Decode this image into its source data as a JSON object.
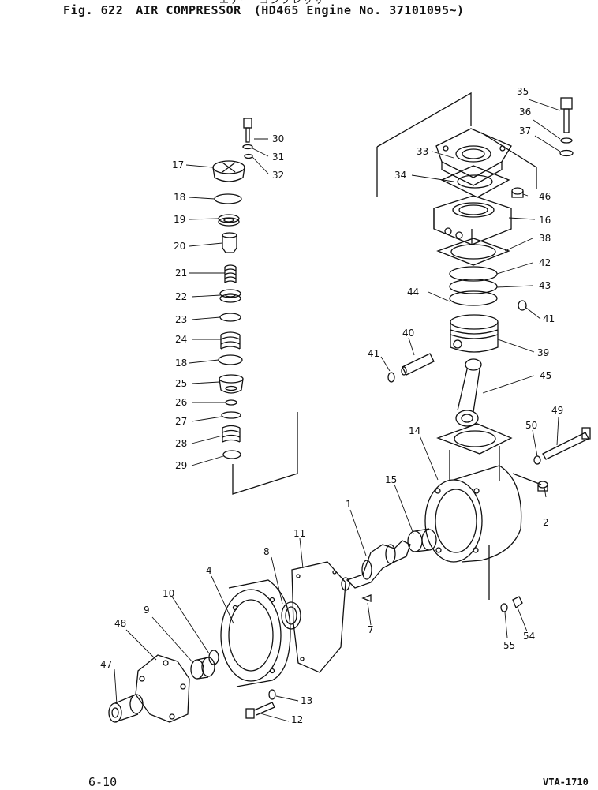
{
  "header": {
    "fig_label": "Fig. 622",
    "title": "AIR COMPRESSOR",
    "engine_note": "(HD465 Engine No. 37101095~)",
    "japanese_caption": "エアー コンプレッサ"
  },
  "footer": {
    "page_number": "6-10",
    "drawing_code": "VTA-1710"
  },
  "callouts": {
    "c1": "1",
    "c2": "2",
    "c4": "4",
    "c7": "7",
    "c8": "8",
    "c9": "9",
    "c10": "10",
    "c11": "11",
    "c12": "12",
    "c13": "13",
    "c14": "14",
    "c15": "15",
    "c16": "16",
    "c17": "17",
    "c18a": "18",
    "c18b": "18",
    "c19": "19",
    "c20": "20",
    "c21": "21",
    "c22": "22",
    "c23": "23",
    "c24": "24",
    "c25": "25",
    "c26": "26",
    "c27": "27",
    "c28": "28",
    "c29": "29",
    "c30": "30",
    "c31": "31",
    "c32": "32",
    "c33": "33",
    "c34": "34",
    "c35": "35",
    "c36": "36",
    "c37": "37",
    "c38": "38",
    "c39": "39",
    "c40": "40",
    "c41a": "41",
    "c41b": "41",
    "c42": "42",
    "c43": "43",
    "c44": "44",
    "c45": "45",
    "c46": "46",
    "c47": "47",
    "c48": "48",
    "c49": "49",
    "c50": "50",
    "c54": "54",
    "c55": "55"
  }
}
